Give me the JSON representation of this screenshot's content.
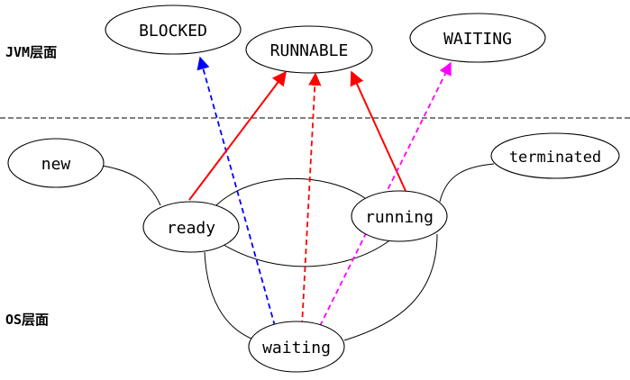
{
  "layers": {
    "jvm": "JVM层面",
    "os": "OS层面"
  },
  "jvm_states": {
    "blocked": "BLOCKED",
    "runnable": "RUNNABLE",
    "waiting": "WAITING"
  },
  "os_states": {
    "new": "new",
    "ready": "ready",
    "running": "running",
    "waiting": "waiting",
    "terminated": "terminated"
  },
  "colors": {
    "blocked_edge": "#0000ff",
    "runnable_edge": "#ff0000",
    "waiting_edge": "#ff00ff",
    "os_edge": "#000000"
  }
}
